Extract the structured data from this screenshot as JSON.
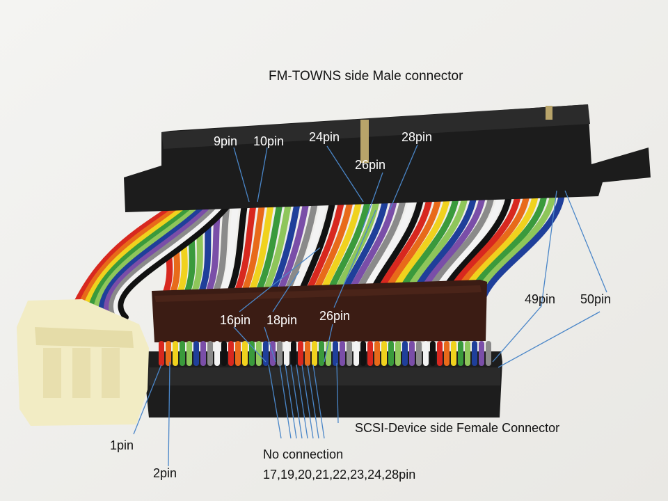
{
  "labels": {
    "top_connector": "FM-TOWNS side Male connector",
    "pin_9": "9pin",
    "pin_10": "10pin",
    "pin_24": "24pin",
    "pin_28_top": "28pin",
    "pin_26_top": "26pin",
    "pin_16": "16pin",
    "pin_18": "18pin",
    "pin_26_bottom": "26pin",
    "pin_49": "49pin",
    "pin_50": "50pin",
    "pin_1": "1pin",
    "pin_2": "2pin",
    "bottom_connector": "SCSI-Device side Female Connector",
    "no_connection": "No connection",
    "no_connection_pins": "17,19,20,21,22,23,24,28pin"
  },
  "colors": {
    "annotation_line": "#4a86c8",
    "connector_body": "#1f1f1f",
    "ribbon_wrap": "#3b1c14",
    "plug_housing": "#f2ecc4"
  },
  "wire_colors": [
    "#d8281f",
    "#e86a1a",
    "#f0d21e",
    "#3a9a3c",
    "#8ec65a",
    "#1f3f9a",
    "#7a4ea8",
    "#8a8a8a",
    "#f3f3f3",
    "#111111"
  ]
}
